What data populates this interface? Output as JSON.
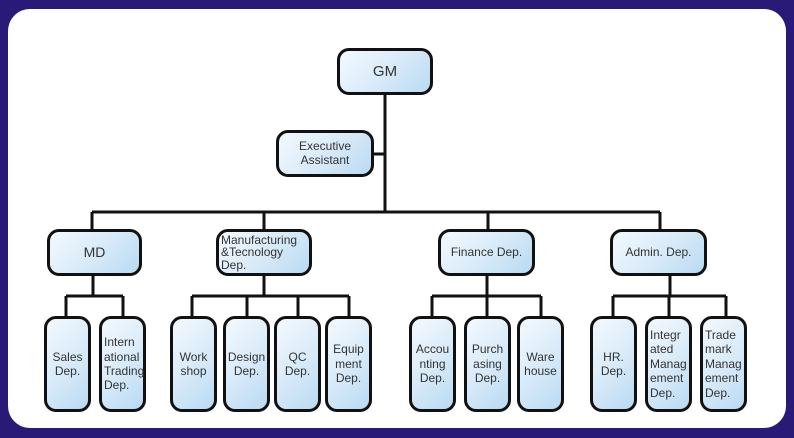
{
  "nodes": {
    "gm": "GM",
    "exec": "Executive\nAssistant",
    "md": "MD",
    "mfg": "Manufacturing\n&Tecnology\nDep.",
    "fin": "Finance Dep.",
    "adm": "Admin. Dep.",
    "sales": "Sales\nDep.",
    "intl": "Intern\national\nTrading\nDep.",
    "work": "Work\nshop",
    "design": "Design\nDep.",
    "qc": "QC\nDep.",
    "equip": "Equip\nment\nDep.",
    "acct": "Accou\nnting\nDep.",
    "purch": "Purch\nasing\nDep.",
    "ware": "Ware\nhouse",
    "hr": "HR.\nDep.",
    "integ": "Integr\nated\nManag\nement\nDep.",
    "trade": "Trade\nmark\nManag\nement\nDep."
  }
}
